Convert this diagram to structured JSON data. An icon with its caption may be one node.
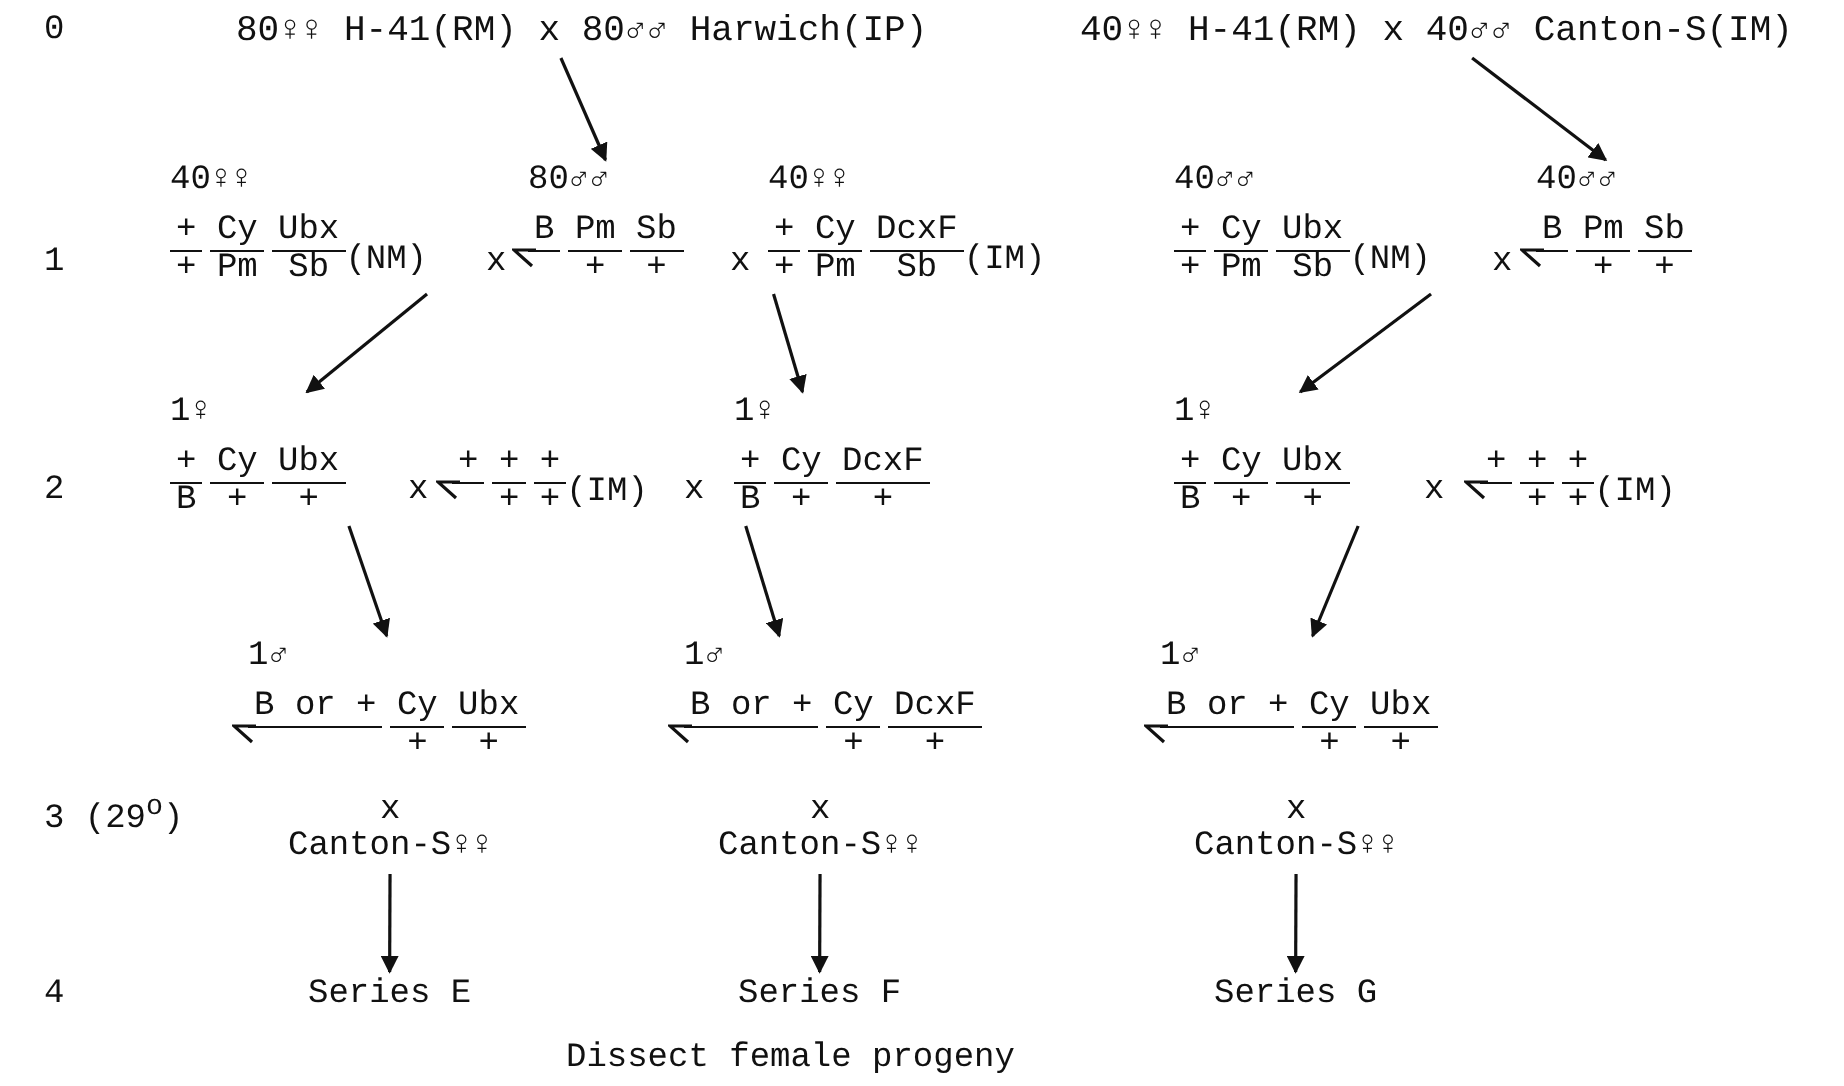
{
  "diagram": {
    "nodes": [
      {
        "text": [
          "80♀♀ H-41(RM) x 80♂♂ Harwich(IP)"
        ]
      },
      {
        "text": [
          "40♀♀ H-41(RM) x 40♂♂ Canton-S(IM)"
        ]
      },
      {
        "text": [
          "40♀♀",
          "+ Cy Ubx",
          "+ Pm Sb",
          "(NM)"
        ]
      },
      {
        "text": [
          "80♂♂",
          "B Pm Sb",
          "+ +"
        ]
      },
      {
        "text": [
          "40♀♀",
          "+ Cy DcxF",
          "+ Pm Sb",
          "(IM)"
        ]
      },
      {
        "text": [
          "40♂♂",
          "+ Cy Ubx",
          "+ Pm Sb",
          "(NM)"
        ]
      },
      {
        "text": [
          "40♂♂",
          "B Pm Sb",
          "+ +"
        ]
      },
      {
        "text": [
          "1♀",
          "+ Cy Ubx",
          "B + +"
        ]
      },
      {
        "text": [
          "+ + +",
          "+ +",
          "(IM)"
        ]
      },
      {
        "text": [
          "1♀",
          "+ Cy DcxF",
          "B + +"
        ]
      },
      {
        "text": [
          "1♀",
          "+ Cy Ubx",
          "B + +"
        ]
      },
      {
        "text": [
          "+ + +",
          "+ +",
          "(IM)"
        ]
      },
      {
        "text": [
          "1♂",
          "B or + Cy Ubx",
          "+ +"
        ]
      },
      {
        "text": [
          "1♂",
          "B or + Cy DcxF",
          "+ +"
        ]
      },
      {
        "text": [
          "1♂",
          "B or + Cy Ubx",
          "+ +"
        ]
      },
      {
        "text": [
          "Canton-S♀♀"
        ]
      },
      {
        "text": [
          "Canton-S♀♀"
        ]
      },
      {
        "text": [
          "Canton-S♀♀"
        ]
      },
      {
        "text": [
          "Series E"
        ]
      },
      {
        "text": [
          "Series F"
        ]
      },
      {
        "text": [
          "Series G"
        ]
      }
    ],
    "edges": [
      {
        "from": 0,
        "to": 3,
        "arrow": "to"
      },
      {
        "from": 1,
        "to": 6,
        "arrow": "to"
      },
      {
        "from": 2,
        "to": 7,
        "arrow": "to"
      },
      {
        "from": 4,
        "to": 9,
        "arrow": "to"
      },
      {
        "from": 5,
        "to": 10,
        "arrow": "to"
      },
      {
        "from": 7,
        "to": 12,
        "arrow": "to"
      },
      {
        "from": 9,
        "to": 13,
        "arrow": "to"
      },
      {
        "from": 10,
        "to": 14,
        "arrow": "to"
      },
      {
        "from": 15,
        "to": 18,
        "arrow": "to"
      },
      {
        "from": 16,
        "to": 19,
        "arrow": "to"
      },
      {
        "from": 17,
        "to": 20,
        "arrow": "to"
      }
    ],
    "labels": [
      "0",
      "1",
      "x",
      "x",
      "x",
      "2",
      "x",
      "x",
      "x",
      "3 (29$^{o}$)",
      "x",
      "x",
      "x",
      "4",
      "Dissect female progeny"
    ]
  }
}
